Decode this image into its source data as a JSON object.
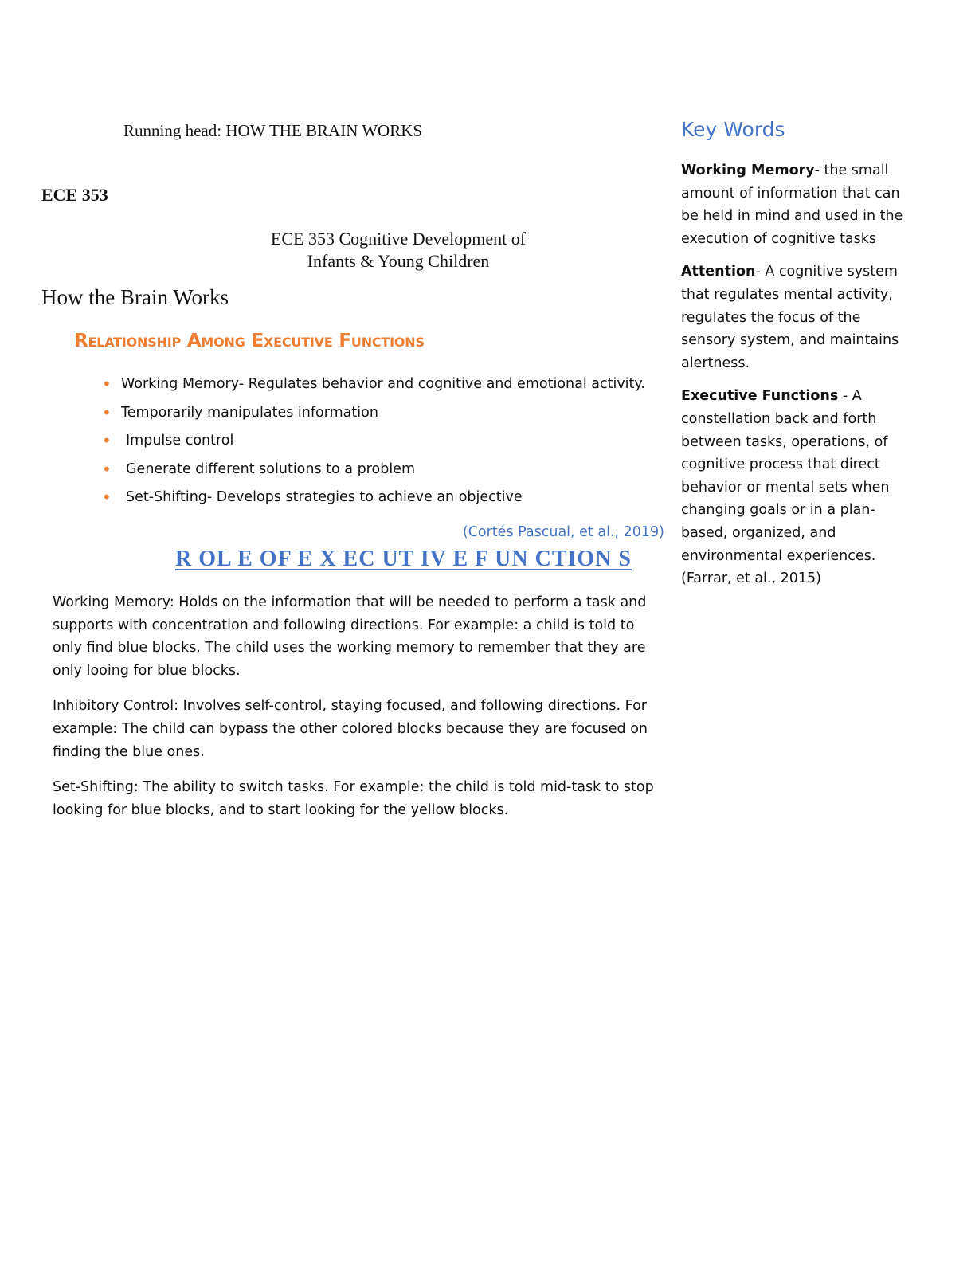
{
  "document": {
    "running_head": "Running head: HOW THE BRAIN WORKS",
    "course_code": "ECE 353",
    "course_title_line1": "ECE 353 Cognitive Development of",
    "course_title_line2": "Infants & Young Children",
    "section_title": "How the Brain Works"
  },
  "relationship": {
    "heading": "Relationship Among Executive Functions",
    "bullets": [
      "Working Memory- Regulates behavior and cognitive and emotional activity.",
      "Temporarily manipulates information",
      "Impulse control",
      "Generate different solutions to a problem",
      "Set-Shifting- Develops strategies to achieve an objective"
    ],
    "citation": "(Cortés Pascual, et al., 2019)"
  },
  "role": {
    "heading": "R OL E  OF E X EC UT IV E  F UN CTION S",
    "paragraphs": [
      "Working Memory: Holds on the information that will be needed to perform a task and supports with concentration and following directions.  For example: a child is told to only find blue blocks. The child uses the working memory to remember that they are only looing for blue blocks.",
      "Inhibitory Control: Involves self-control, staying focused, and following directions. For example: The child can bypass the other colored blocks because they are focused on finding the blue ones.",
      "Set-Shifting: The ability to switch tasks. For example: the child is told mid-task to stop looking for blue blocks, and to start looking for the yellow blocks."
    ]
  },
  "key_words": {
    "heading": "Key Words",
    "items": [
      {
        "term": "Working Memory",
        "definition": "- the small amount of information that can be held in mind and used in the execution of cognitive tasks"
      },
      {
        "term": "Attention",
        "definition": "- A cognitive system that regulates mental activity, regulates the focus of the sensory system, and maintains alertness."
      },
      {
        "term": "Executive Functions",
        "definition": " - A constellation back and forth between tasks, operations, of cognitive process that direct behavior or mental sets when changing goals or in a plan-based, organized, and environmental experiences."
      }
    ],
    "citation": "(Farrar, et al., 2015)"
  },
  "colors": {
    "accent_orange": "#ED7D31",
    "accent_blue": "#4472C4"
  }
}
